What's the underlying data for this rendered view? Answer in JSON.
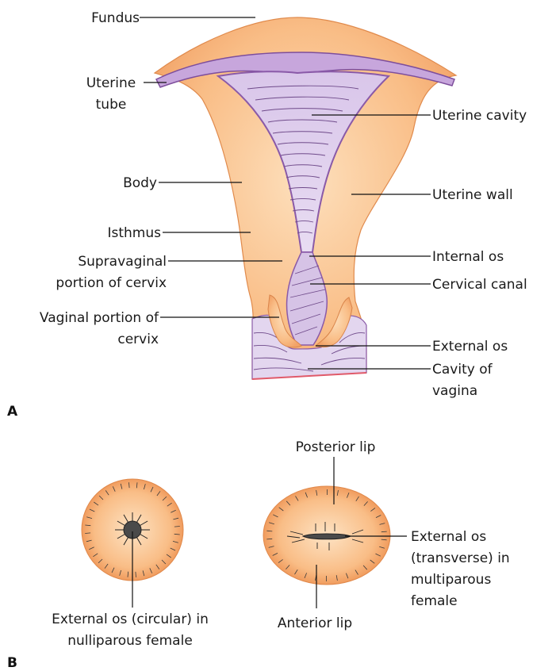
{
  "panels": {
    "a": "A",
    "b": "B"
  },
  "labels_a": {
    "fundus": "Fundus",
    "uterine_tube_1": "Uterine",
    "uterine_tube_2": "tube",
    "body": "Body",
    "isthmus": "Isthmus",
    "supravaginal_1": "Supravaginal",
    "supravaginal_2": "portion of cervix",
    "vaginal_portion_1": "Vaginal portion of",
    "vaginal_portion_2": "cervix",
    "uterine_cavity": "Uterine cavity",
    "uterine_wall": "Uterine wall",
    "internal_os": "Internal os",
    "cervical_canal": "Cervical canal",
    "external_os": "External os",
    "cavity_vagina_1": "Cavity of",
    "cavity_vagina_2": "vagina"
  },
  "labels_b": {
    "posterior_lip": "Posterior lip",
    "anterior_lip": "Anterior lip",
    "ext_os_circular_1": "External os (circular) in",
    "ext_os_circular_2": "nulliparous female",
    "ext_os_transverse_1": "External os",
    "ext_os_transverse_2": "(transverse) in",
    "ext_os_transverse_3": "multiparous",
    "ext_os_transverse_4": "female"
  },
  "colors": {
    "uterine_wall": "#f7b27a",
    "uterine_wall_light": "#fcd3a8",
    "cavity": "#ddcdea",
    "cavity_edge": "#8a5aa8",
    "os_dark": "#4a4a4a",
    "vagina_edge": "#e05a6a"
  }
}
